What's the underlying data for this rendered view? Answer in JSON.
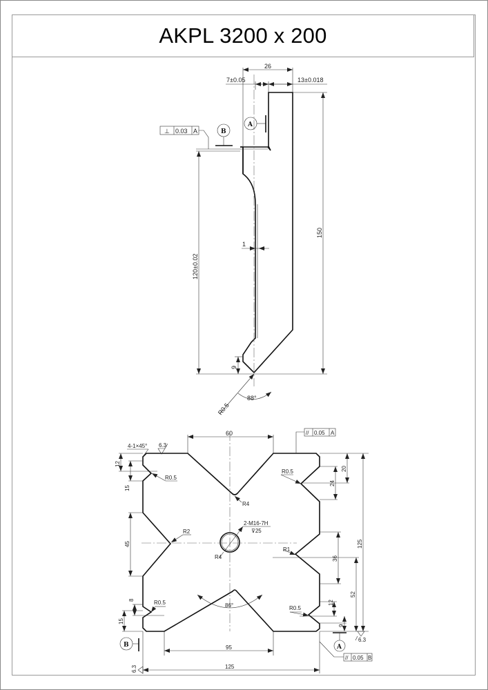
{
  "title": "AKPL 3200 x 200",
  "profile_view": {
    "dim_width_total": "26",
    "dim_left": "7±0.05",
    "dim_right": "13±0.018",
    "dim_height_total": "150",
    "dim_height_shoulder": "120±0.02",
    "dim_thickness": "1",
    "dim_tip_height": "9",
    "dim_tip_radius": "R0.5",
    "dim_tip_angle": "88°",
    "datum_a": "A",
    "datum_b": "B",
    "tolerance_frame": {
      "symbol": "⊥",
      "value": "0.03",
      "datum": "A"
    }
  },
  "section_view": {
    "chamfer_note": "4-1×45°",
    "roughness_top": "6.3",
    "roughness_bottom_left": "6.3",
    "roughness_bottom_right": "6.3",
    "dim_top_width": "60",
    "dim_bottom_inner": "95",
    "dim_bottom_total": "125",
    "dim_height_total": "125",
    "dim_left_12": "12",
    "dim_left_15_top": "15",
    "dim_left_45": "45",
    "dim_left_8": "8",
    "dim_left_15_bottom": "15",
    "dim_right_20": "20",
    "dim_right_24": "24",
    "dim_right_36": "36",
    "dim_right_52": "52",
    "dim_right_12": "12",
    "dim_right_9": "9",
    "radius_left_top": "R0.5",
    "radius_top_v": "R4",
    "radius_left_v": "R2",
    "radius_bottom_v": "R4",
    "radius_right_top": "R0.5",
    "radius_right_v": "R1",
    "radius_left_bottom": "R0.5",
    "radius_right_bottom": "R0.5",
    "hole_note": "2-M16-7H",
    "hole_depth": "⊽25",
    "angle_bottom": "86°",
    "datum_a": "A",
    "datum_b": "B",
    "tolerance_top": {
      "symbol": "//",
      "value": "0.05",
      "datum": "A"
    },
    "tolerance_bottom": {
      "symbol": "//",
      "value": "0.05",
      "datum": "B"
    }
  }
}
